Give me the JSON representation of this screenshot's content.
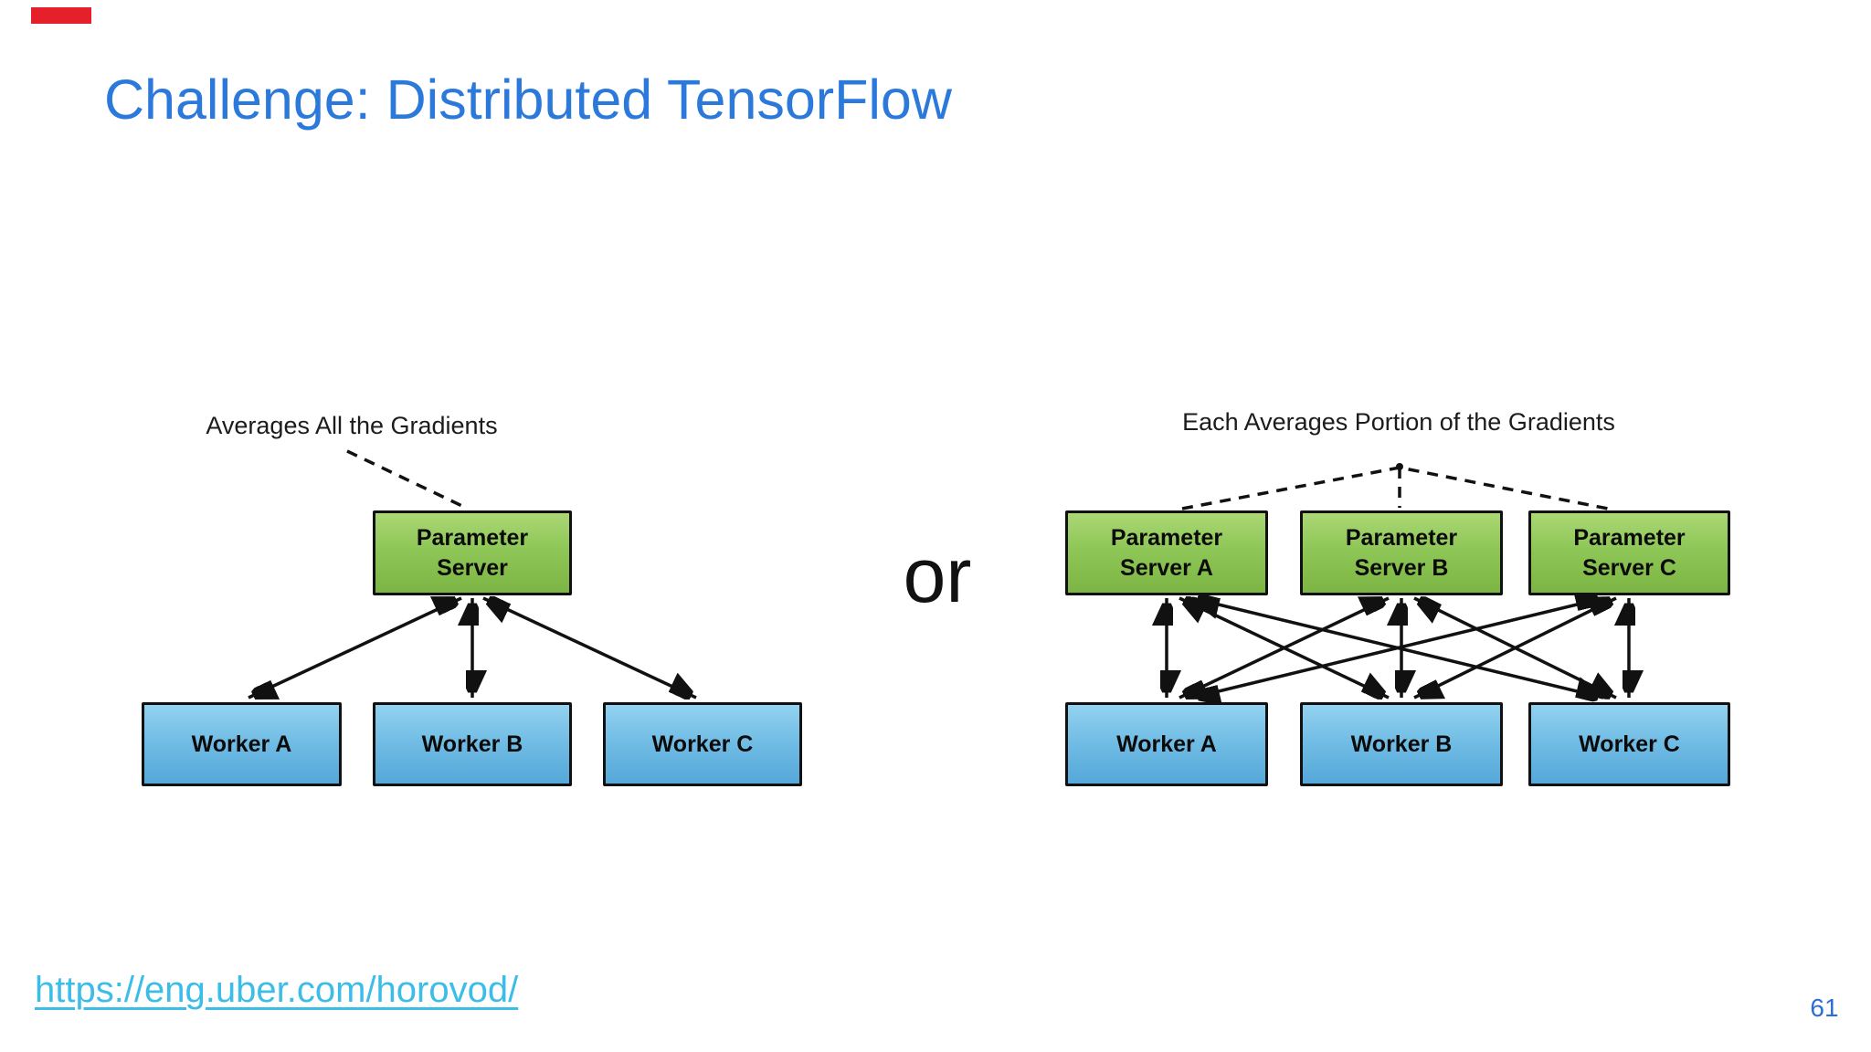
{
  "slide": {
    "title": "Challenge: Distributed TensorFlow",
    "or_label": "or",
    "source_link": "https://eng.uber.com/horovod/",
    "page_number": "61"
  },
  "left_diagram": {
    "caption": "Averages All the Gradients",
    "server_label": "Parameter\nServer",
    "workers": [
      "Worker A",
      "Worker B",
      "Worker C"
    ]
  },
  "right_diagram": {
    "caption": "Each Averages Portion of the Gradients",
    "servers": [
      "Parameter\nServer A",
      "Parameter\nServer B",
      "Parameter\nServer C"
    ],
    "workers": [
      "Worker A",
      "Worker B",
      "Worker C"
    ]
  },
  "colors": {
    "title_blue": "#2b79da",
    "link_cyan": "#3bbde8",
    "page_number_blue": "#2b6fd4",
    "server_green": "#8ec757",
    "worker_blue": "#6fbbe4",
    "connector_black": "#111111",
    "indicator_red": "#e5202a"
  }
}
